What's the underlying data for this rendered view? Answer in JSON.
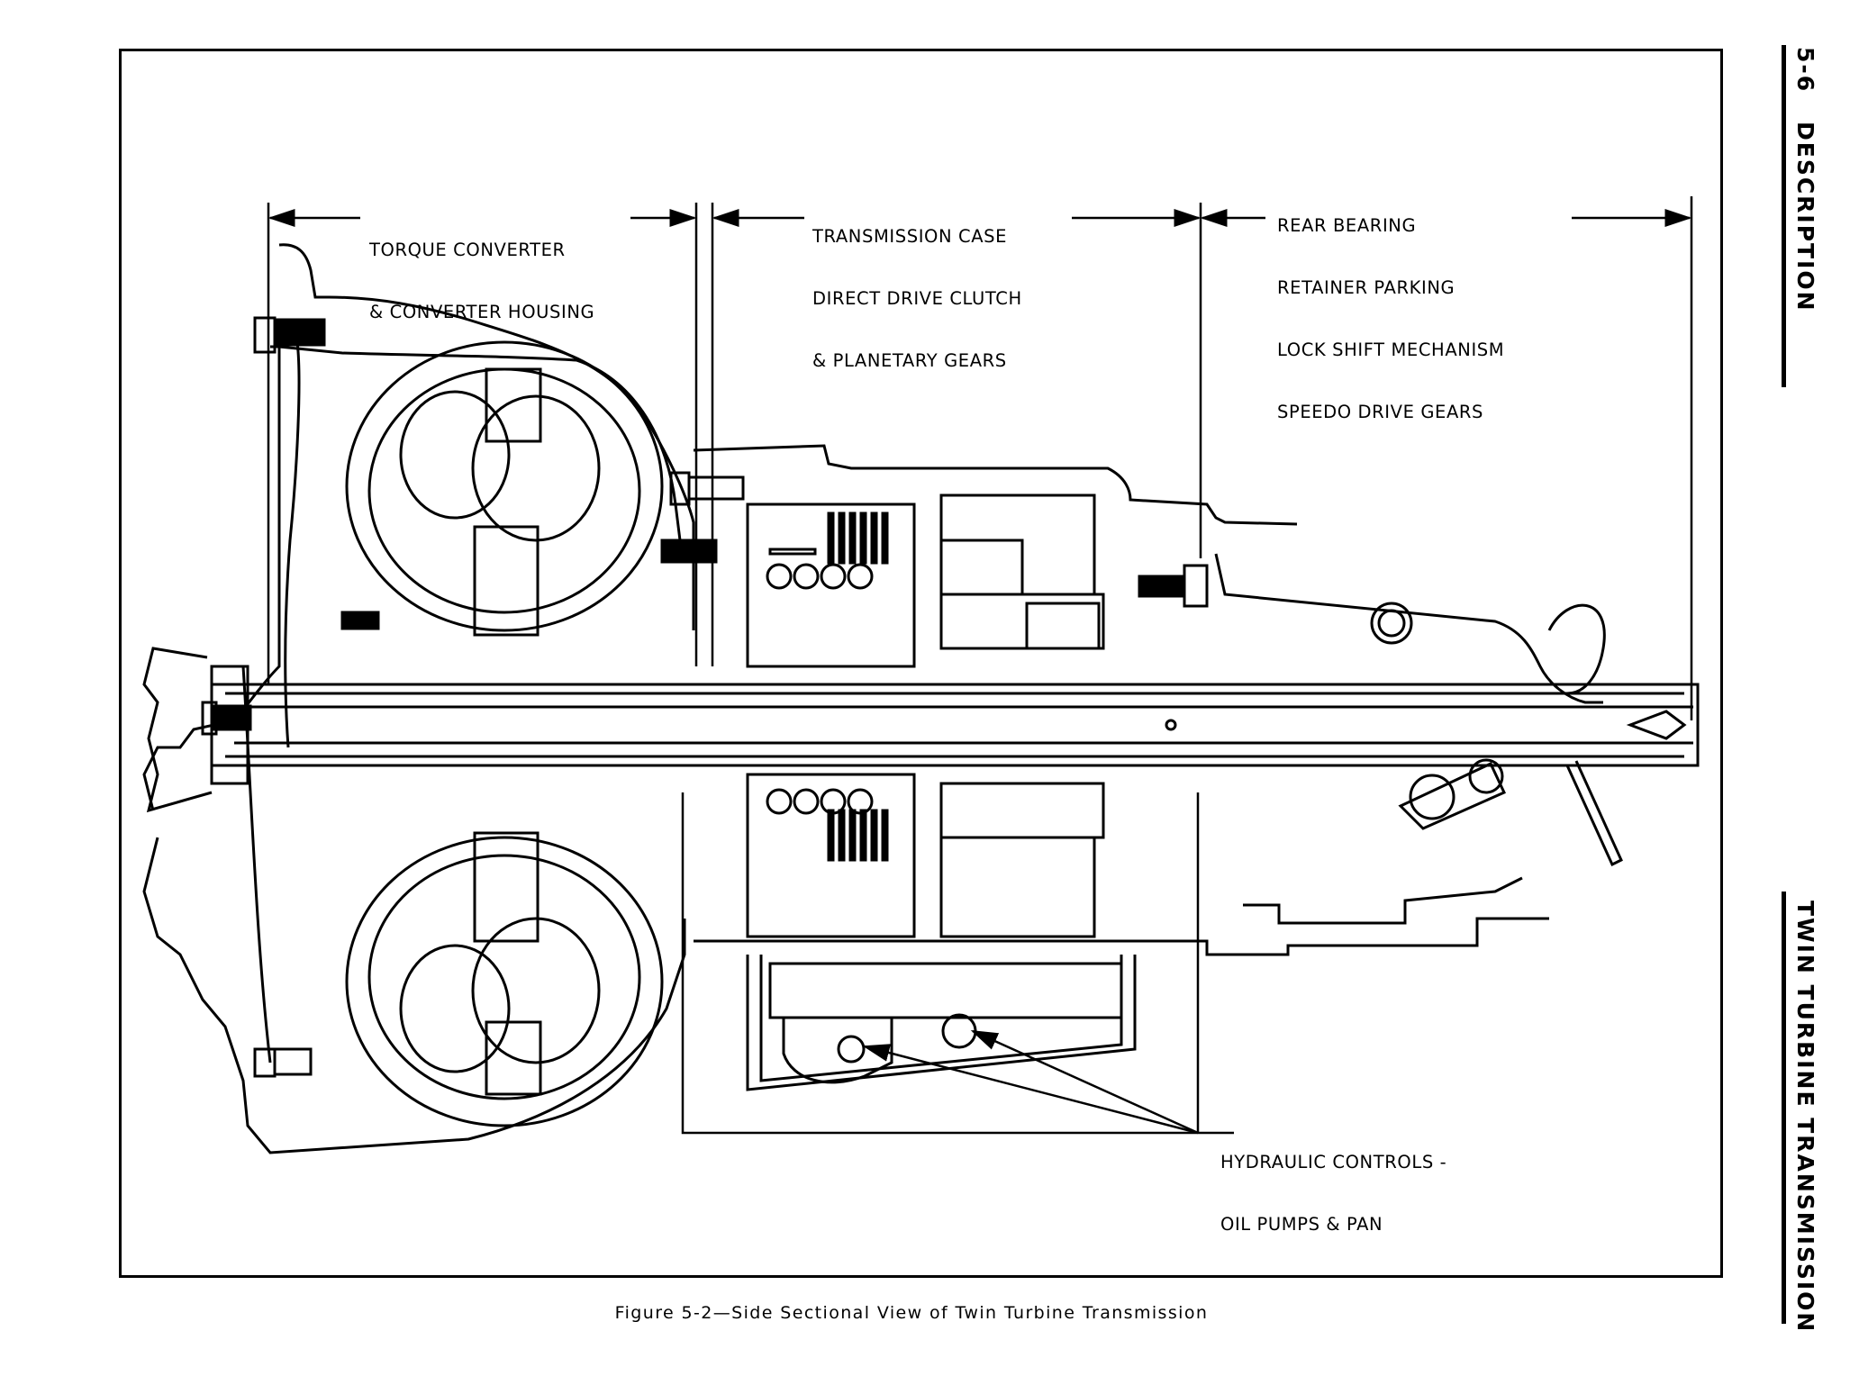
{
  "header": {
    "page_number": "5-6",
    "section": "DESCRIPTION",
    "chapter": "TWIN TURBINE TRANSMISSION"
  },
  "figure": {
    "caption": "Figure 5-2—Side Sectional View of Twin Turbine Transmission",
    "callouts": {
      "torque_converter": [
        "TORQUE CONVERTER",
        "& CONVERTER HOUSING"
      ],
      "transmission_case": [
        "TRANSMISSION CASE",
        "DIRECT DRIVE CLUTCH",
        "& PLANETARY GEARS"
      ],
      "rear_bearing": [
        "REAR BEARING",
        "RETAINER PARKING",
        "LOCK SHIFT MECHANISM",
        "SPEEDO DRIVE GEARS"
      ],
      "hydraulic": [
        "HYDRAULIC CONTROLS -",
        "OIL PUMPS & PAN"
      ]
    }
  },
  "colors": {
    "ink": "#000000",
    "paper": "#ffffff"
  }
}
